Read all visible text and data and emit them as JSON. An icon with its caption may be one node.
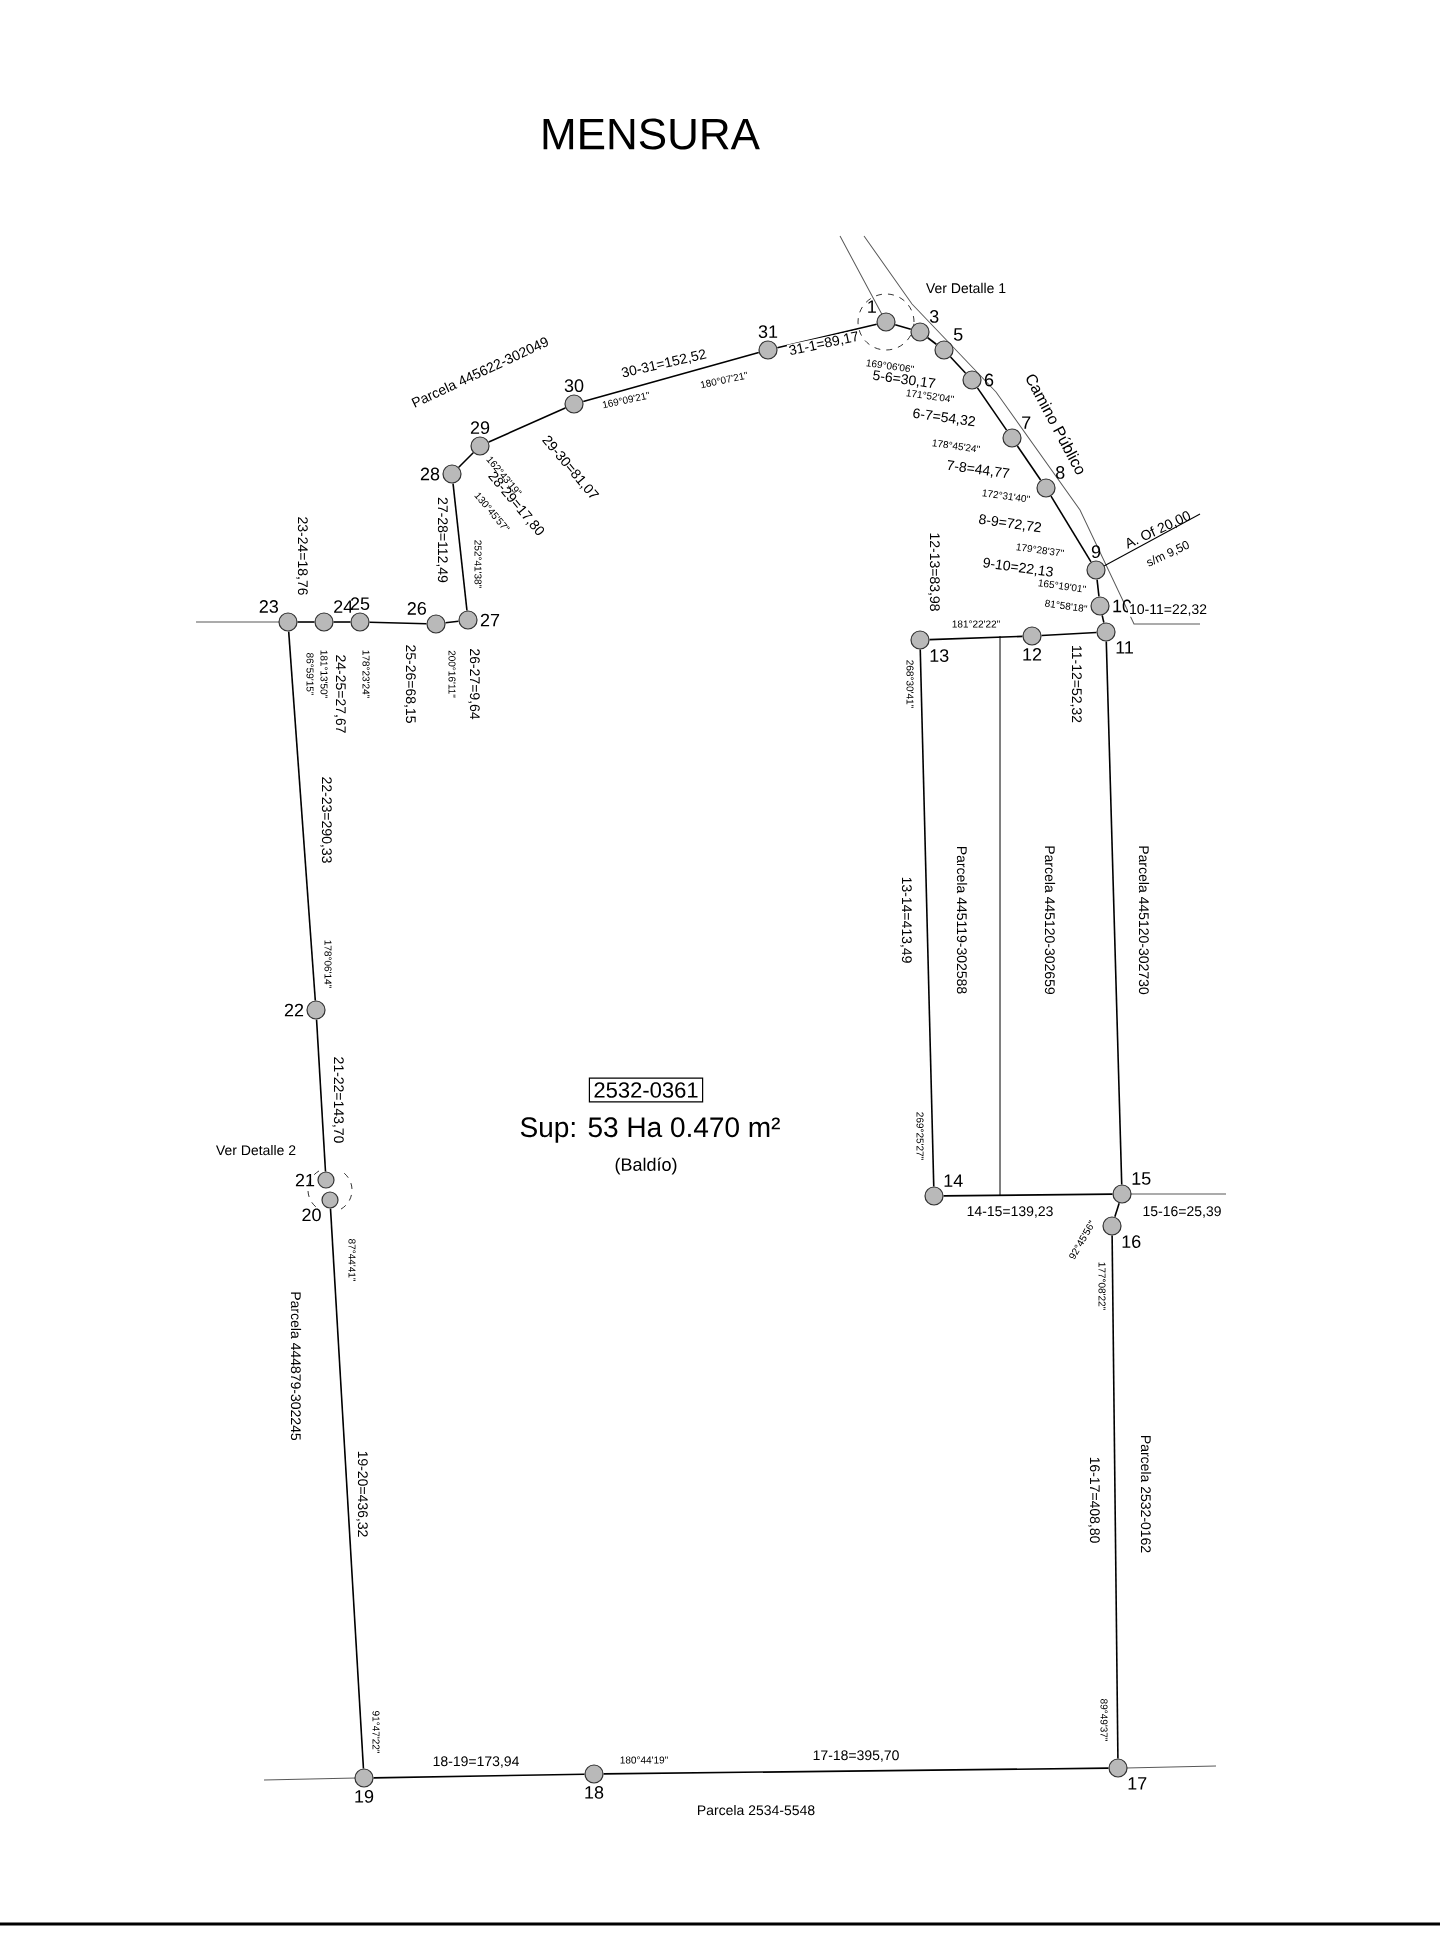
{
  "diagram": {
    "title": "MENSURA",
    "nodes": [
      {
        "text": [
          "1"
        ]
      },
      {
        "text": [
          "3"
        ]
      },
      {
        "text": [
          "5"
        ]
      },
      {
        "text": [
          "6"
        ]
      },
      {
        "text": [
          "7"
        ]
      },
      {
        "text": [
          "8"
        ]
      },
      {
        "text": [
          "9"
        ]
      },
      {
        "text": [
          "10"
        ]
      },
      {
        "text": [
          "11"
        ]
      },
      {
        "text": [
          "12"
        ]
      },
      {
        "text": [
          "13"
        ]
      },
      {
        "text": [
          "14"
        ]
      },
      {
        "text": [
          "15"
        ]
      },
      {
        "text": [
          "16"
        ]
      },
      {
        "text": [
          "17"
        ]
      },
      {
        "text": [
          "18"
        ]
      },
      {
        "text": [
          "19"
        ]
      },
      {
        "text": [
          "20"
        ]
      },
      {
        "text": [
          "21"
        ]
      },
      {
        "text": [
          "22"
        ]
      },
      {
        "text": [
          "23"
        ]
      },
      {
        "text": [
          "24"
        ]
      },
      {
        "text": [
          "25"
        ]
      },
      {
        "text": [
          "26"
        ]
      },
      {
        "text": [
          "27"
        ]
      },
      {
        "text": [
          "28"
        ]
      },
      {
        "text": [
          "29"
        ]
      },
      {
        "text": [
          "30"
        ]
      },
      {
        "text": [
          "31"
        ]
      },
      {
        "text": [
          "2532-0361"
        ]
      }
    ],
    "edges": [
      {
        "from": 28,
        "to": 0,
        "arrow": "none",
        "label": "31-1=89,17"
      },
      {
        "from": 0,
        "to": 1,
        "arrow": "none"
      },
      {
        "from": 1,
        "to": 2,
        "arrow": "none"
      },
      {
        "from": 2,
        "to": 3,
        "arrow": "none",
        "label": "5-6=30,17"
      },
      {
        "from": 3,
        "to": 4,
        "arrow": "none",
        "label": "6-7=54,32"
      },
      {
        "from": 4,
        "to": 5,
        "arrow": "none",
        "label": "7-8=44,77"
      },
      {
        "from": 5,
        "to": 6,
        "arrow": "none",
        "label": "8-9=72,72"
      },
      {
        "from": 6,
        "to": 7,
        "arrow": "none",
        "label": "9-10=22,13"
      },
      {
        "from": 7,
        "to": 8,
        "arrow": "none",
        "label": "10-11=22,32"
      },
      {
        "from": 8,
        "to": 9,
        "arrow": "none",
        "label": "11-12=52,32"
      },
      {
        "from": 9,
        "to": 10,
        "arrow": "none",
        "label": "12-13=83,98"
      },
      {
        "from": 10,
        "to": 11,
        "arrow": "none",
        "label": "13-14=413,49"
      },
      {
        "from": 11,
        "to": 12,
        "arrow": "none",
        "label": "14-15=139,23"
      },
      {
        "from": 12,
        "to": 13,
        "arrow": "none",
        "label": "15-16=25,39"
      },
      {
        "from": 13,
        "to": 14,
        "arrow": "none",
        "label": "16-17=408,80"
      },
      {
        "from": 14,
        "to": 15,
        "arrow": "none",
        "label": "17-18=395,70"
      },
      {
        "from": 15,
        "to": 16,
        "arrow": "none",
        "label": "18-19=173,94"
      },
      {
        "from": 16,
        "to": 17,
        "arrow": "none",
        "label": "19-20=436,32"
      },
      {
        "from": 18,
        "to": 19,
        "arrow": "none",
        "label": "21-22=143,70"
      },
      {
        "from": 19,
        "to": 20,
        "arrow": "none",
        "label": "22-23=290,33"
      },
      {
        "from": 20,
        "to": 21,
        "arrow": "none",
        "label": "23-24=18,76"
      },
      {
        "from": 21,
        "to": 22,
        "arrow": "none",
        "label": "24-25=27,67"
      },
      {
        "from": 22,
        "to": 23,
        "arrow": "none",
        "label": "25-26=68,15"
      },
      {
        "from": 23,
        "to": 24,
        "arrow": "none",
        "label": "26-27=9,64"
      },
      {
        "from": 24,
        "to": 25,
        "arrow": "none",
        "label": "27-28=112,49"
      },
      {
        "from": 25,
        "to": 26,
        "arrow": "none",
        "label": "28-29=17,80"
      },
      {
        "from": 26,
        "to": 27,
        "arrow": "none",
        "label": "29-30=81,07"
      },
      {
        "from": 27,
        "to": 28,
        "arrow": "none",
        "label": "30-31=152,52"
      },
      {
        "from": 8,
        "to": 12,
        "arrow": "none"
      }
    ],
    "labels": [
      "Ver Detalle 1",
      "Parcela 445622-302049",
      "180°07'21\"",
      "169°09'21\"",
      "169°06'06\"",
      "171°52'04\"",
      "Camino Público",
      "178°45'24\"",
      "162°43'19\"",
      "130°45'57\"",
      "172°31'40\"",
      "A. Of 20,00",
      "s/m 9,50",
      "179°28'37\"",
      "252°41'38\"",
      "165°19'01\"",
      "81°58'18\"",
      "181°22'22\"",
      "86°59'15\"",
      "181°13'50\"",
      "178°23'24\"",
      "200°16'11\"",
      "268°30'41\"",
      "Parcela 445119-302588",
      "Parcela 445120-302659",
      "Parcela 445120-302730",
      "178°06'14\"",
      "Sup: 53 Ha 0.470 m²",
      "Ver Detalle 2",
      "(Baldío)",
      "269°25'27\"",
      "92°45'56\"",
      "87°44'41\"",
      "177°08'22\"",
      "Parcela 444879-302245",
      "Parcela 2532-0162",
      "91°47'22\"",
      "89°49'37\"",
      "180°44'19\"",
      "Parcela 2534-5548"
    ]
  }
}
